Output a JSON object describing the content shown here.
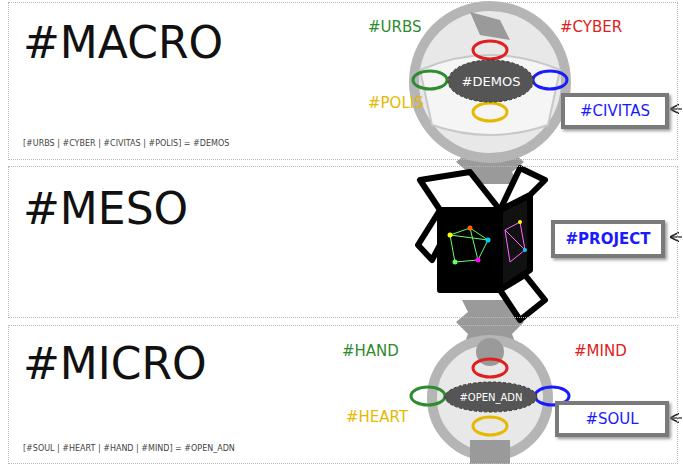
{
  "diagram": {
    "nodes": [
      {
        "text": [
          "#MACRO",
          "[#URBS | #CYBER | #CIVITAS | #POLIS] = #DEMOS"
        ]
      },
      {
        "text": [
          "#DEMOS"
        ],
        "in": 0
      },
      {
        "text": [
          "#CIVITAS"
        ],
        "in": 0
      },
      {
        "text": [
          "#MESO"
        ]
      },
      {
        "text": [
          "#PROJECT"
        ],
        "in": 3
      },
      {
        "text": [
          "#MICRO",
          "[#SOUL | #HEART | #HAND | #MIND] = #OPEN_ADN"
        ]
      },
      {
        "text": [
          "#OPEN_ADN"
        ],
        "in": 5
      },
      {
        "text": [
          "#SOUL"
        ],
        "in": 5
      }
    ],
    "labels": [
      "#URBS",
      "#CYBER",
      "#POLIS",
      "#HAND",
      "#MIND",
      "#HEART"
    ]
  }
}
